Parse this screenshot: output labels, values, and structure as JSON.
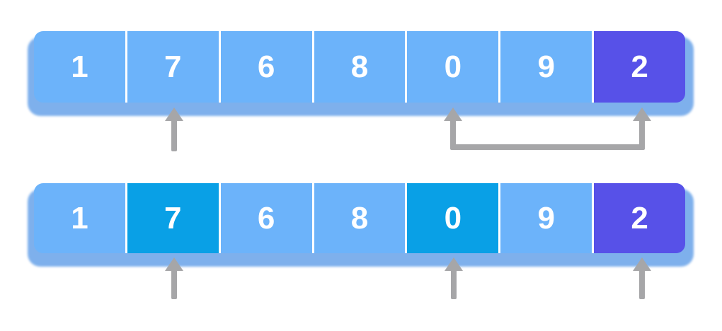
{
  "diagram_title": "array-swap-visualization",
  "colors": {
    "cell": "#6cb3fa",
    "cell_scan": "#09a0e6",
    "cell_pivot": "#5751e8",
    "bar_shadow": "#7eb0ec",
    "divider": "#ffffff",
    "digit": "#ffffff",
    "arrow": "#a6a6a8",
    "background": "#ffffff"
  },
  "rows": [
    {
      "cells": [
        {
          "value": "1",
          "state": "default"
        },
        {
          "value": "7",
          "state": "default"
        },
        {
          "value": "6",
          "state": "default"
        },
        {
          "value": "8",
          "state": "default"
        },
        {
          "value": "0",
          "state": "default"
        },
        {
          "value": "9",
          "state": "default"
        },
        {
          "value": "2",
          "state": "pivot"
        }
      ],
      "pointer_cells": [
        1
      ],
      "swap_connector": {
        "from_cell": 4,
        "to_cell": 6
      }
    },
    {
      "cells": [
        {
          "value": "1",
          "state": "default"
        },
        {
          "value": "7",
          "state": "scan"
        },
        {
          "value": "6",
          "state": "default"
        },
        {
          "value": "8",
          "state": "default"
        },
        {
          "value": "0",
          "state": "scan"
        },
        {
          "value": "9",
          "state": "default"
        },
        {
          "value": "2",
          "state": "pivot"
        }
      ],
      "pointer_cells": [
        1,
        4,
        6
      ]
    }
  ]
}
